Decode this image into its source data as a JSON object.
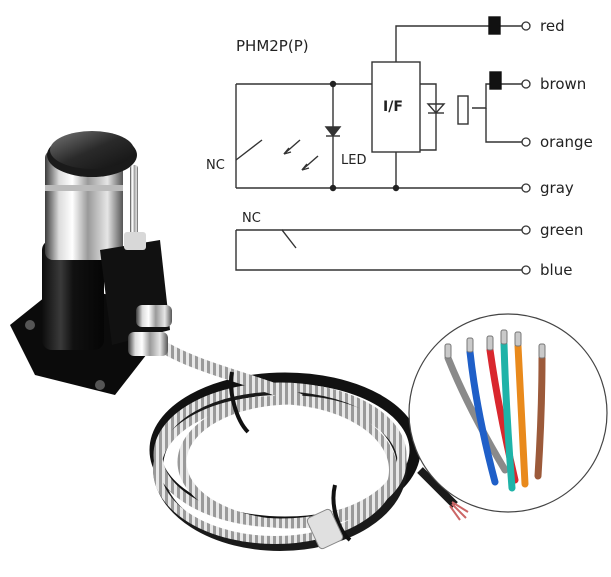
{
  "schematic": {
    "model": "PHM2P(P)",
    "switch_top_label": "NC",
    "led_label": "LED",
    "interface_label": "I/F",
    "switch_bottom_label": "NC",
    "wires": [
      {
        "label": "red"
      },
      {
        "label": "brown"
      },
      {
        "label": "orange"
      },
      {
        "label": "gray"
      },
      {
        "label": "green"
      },
      {
        "label": "blue"
      }
    ]
  },
  "wire_inset": {
    "colors": [
      "#8a8a8a",
      "#1f5fc8",
      "#d9272e",
      "#1fb3a8",
      "#e98a1c",
      "#9c5a3a"
    ]
  }
}
